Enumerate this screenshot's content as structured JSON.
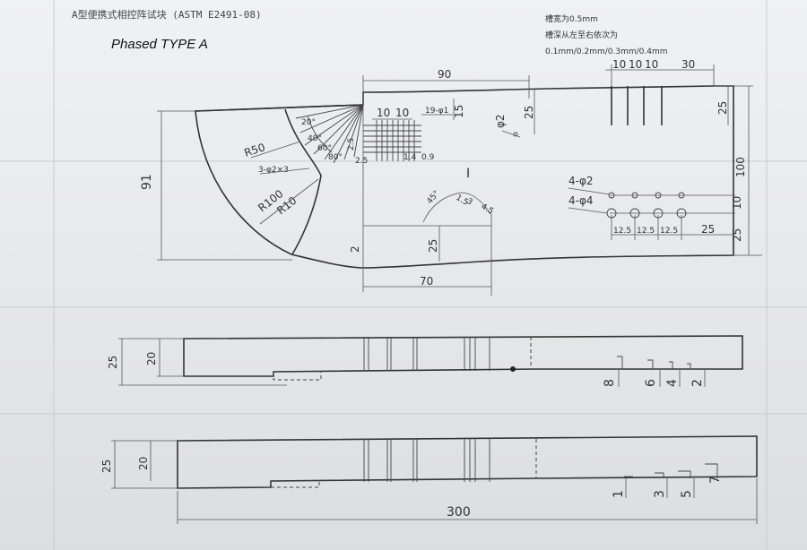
{
  "header": {
    "drawing_title": "A型便携式相控阵试块 (ASTM E2491-08)",
    "caption": "Phased TYPE A"
  },
  "notes": {
    "line1": "槽宽为0.5mm",
    "line2": "槽深从左至右依次为",
    "line3": "0.1mm/0.2mm/0.3mm/0.4mm"
  },
  "top_view": {
    "dims": {
      "d90": "90",
      "d10a": "10",
      "d10b": "10",
      "d10c": "10",
      "d30": "30",
      "d25_top_right": "25",
      "d100": "100",
      "d10_right": "10",
      "d25_right_bottom": "25",
      "d91": "91",
      "d70": "70",
      "d25_center": "25",
      "d2": "2",
      "d25_mid": "25",
      "d10_holes_a": "10",
      "d10_holes_b": "10",
      "d19_phi1": "19-φ1",
      "d15": "15",
      "phi2": "φ2",
      "r50": "R50",
      "r100": "R100",
      "r10": "R10",
      "holes_3phi2x3": "3-φ2×3",
      "holes_4phi2": "4-φ2",
      "holes_4phi4": "4-φ4",
      "d12_5a": "12.5",
      "d12_5b": "12.5",
      "d12_5c": "12.5",
      "d25_bottom": "25",
      "a45": "45°",
      "mark_I": "I",
      "small_2_5a": "2.5",
      "small_2_5b": "2.5",
      "small_1_4": "1.4",
      "small_0_9": "0.9",
      "ang_a": "20°",
      "ang_b": "40°",
      "ang_c": "60°",
      "ang_d": "80°",
      "tick_a": "1.5",
      "tick_b": "3",
      "tick_c": "4.5"
    }
  },
  "side_view_1": {
    "dims": {
      "h25": "25",
      "h20": "20",
      "d8": "8",
      "d6": "6",
      "d4": "4",
      "d2": "2"
    }
  },
  "side_view_2": {
    "dims": {
      "h25": "25",
      "h20": "20",
      "d1": "1",
      "d3": "3",
      "d5": "5",
      "d7": "7",
      "d300": "300"
    }
  }
}
